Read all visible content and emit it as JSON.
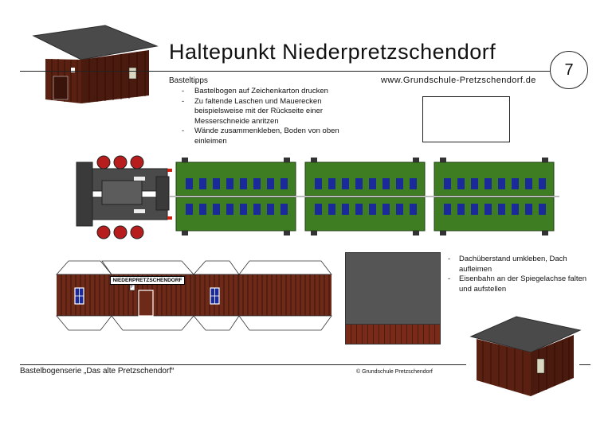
{
  "header": {
    "title": "Haltepunkt Niederpretzschendorf",
    "url": "www.Grundschule-Pretzschendorf.de",
    "sheet_number": "7"
  },
  "tips": {
    "heading": "Basteltipps",
    "items": [
      "Bastelbogen auf Zeichenkarton drucken",
      "Zu faltende Laschen und Mauerecken beispielsweise mit der Rückseite einer Messerschneide anritzen",
      "Wände zusammenkleben, Boden von oben einleimen"
    ]
  },
  "notes": {
    "items": [
      "Dachüberstand umkleben, Dach aufleimen",
      "Eisenbahn an der Spiegelachse falten und aufstellen"
    ]
  },
  "building": {
    "sign_text": "NIEDERPRETZSCHENDORF",
    "door_label": "F"
  },
  "footer": {
    "series": "Bastelbogenserie „Das alte Pretzschendorf“",
    "copyright": "© Grundschule Pretzschendorf"
  },
  "colors": {
    "wagon_green": "#3f7d22",
    "window_blue": "#1a2a9a",
    "wood_brown": "#6e2a18",
    "roof_gray": "#555555",
    "loco_gray": "#4a4a4a",
    "wheel_red": "#b81d1d"
  }
}
